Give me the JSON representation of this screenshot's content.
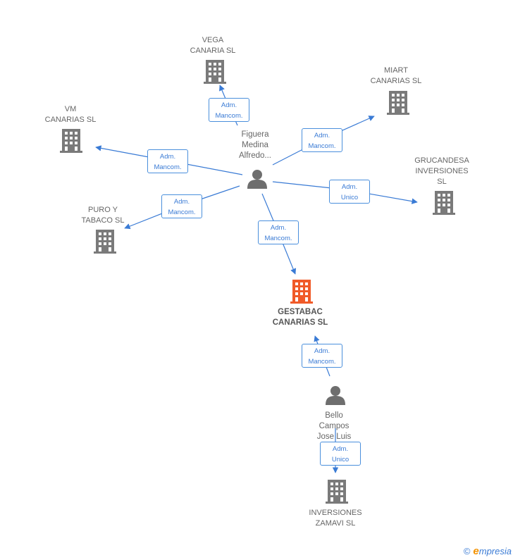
{
  "colors": {
    "edge": "#3a7bd5",
    "company": "#7a7a7a",
    "main_company": "#f05a28",
    "person": "#6e6e6e"
  },
  "companies": [
    {
      "id": "vega",
      "lines": [
        "VEGA",
        "CANARIA  SL"
      ]
    },
    {
      "id": "miart",
      "lines": [
        "MIART",
        "CANARIAS SL"
      ]
    },
    {
      "id": "vm",
      "lines": [
        "VM",
        "CANARIAS  SL"
      ]
    },
    {
      "id": "grucandesa",
      "lines": [
        "GRUCANDESA",
        "INVERSIONES",
        "SL"
      ]
    },
    {
      "id": "puro",
      "lines": [
        "PURO Y",
        "TABACO SL"
      ]
    },
    {
      "id": "gestabac",
      "lines": [
        "GESTABAC",
        "CANARIAS SL"
      ],
      "main": true
    },
    {
      "id": "zamavi",
      "lines": [
        "INVERSIONES",
        "ZAMAVI SL"
      ]
    }
  ],
  "persons": [
    {
      "id": "figuera",
      "lines": [
        "Figuera",
        "Medina",
        "Alfredo..."
      ]
    },
    {
      "id": "bello",
      "lines": [
        "Bello",
        "Campos",
        "Jose Luis"
      ]
    }
  ],
  "relations": [
    {
      "id": "r-vega",
      "from": "figuera",
      "to": "vega",
      "lines": [
        "Adm.",
        "Mancom."
      ]
    },
    {
      "id": "r-miart",
      "from": "figuera",
      "to": "miart",
      "lines": [
        "Adm.",
        "Mancom."
      ]
    },
    {
      "id": "r-vm",
      "from": "figuera",
      "to": "vm",
      "lines": [
        "Adm.",
        "Mancom."
      ]
    },
    {
      "id": "r-grucandesa",
      "from": "figuera",
      "to": "grucandesa",
      "lines": [
        "Adm.",
        "Unico"
      ]
    },
    {
      "id": "r-puro",
      "from": "figuera",
      "to": "puro",
      "lines": [
        "Adm.",
        "Mancom."
      ]
    },
    {
      "id": "r-gestabac-1",
      "from": "figuera",
      "to": "gestabac",
      "lines": [
        "Adm.",
        "Mancom."
      ]
    },
    {
      "id": "r-gestabac-2",
      "from": "bello",
      "to": "gestabac",
      "lines": [
        "Adm.",
        "Mancom."
      ]
    },
    {
      "id": "r-zamavi",
      "from": "bello",
      "to": "zamavi",
      "lines": [
        "Adm.",
        "Unico"
      ]
    }
  ],
  "brand": {
    "copyright": "©",
    "initial": "e",
    "rest": "mpresia"
  }
}
